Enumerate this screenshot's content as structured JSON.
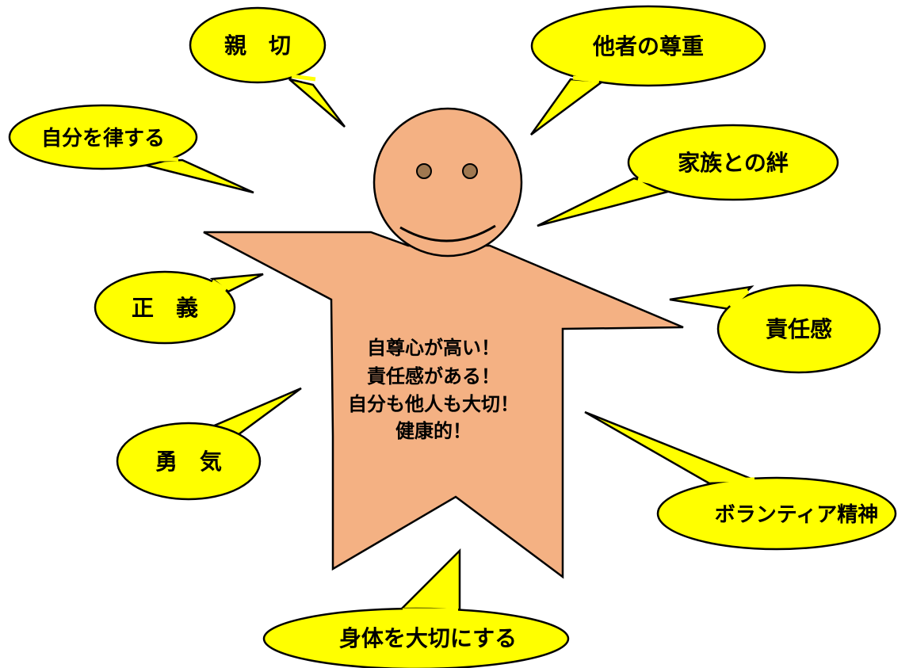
{
  "colors": {
    "bubble_fill": "#ffff00",
    "person_fill": "#f4b183",
    "outline": "#000000"
  },
  "bubbles": {
    "kindness": "親　切",
    "respect_others": "他者の尊重",
    "self_discipline": "自分を律する",
    "family_bonds": "家族との絆",
    "justice": "正　義",
    "responsibility": "責任感",
    "courage": "勇　気",
    "volunteer_spirit": "ボランティア精神",
    "body_care": "身体を大切にする"
  },
  "center_lines": [
    "自尊心が高い！",
    "責任感がある！",
    "自分も他人も大切！",
    "健康的！"
  ]
}
